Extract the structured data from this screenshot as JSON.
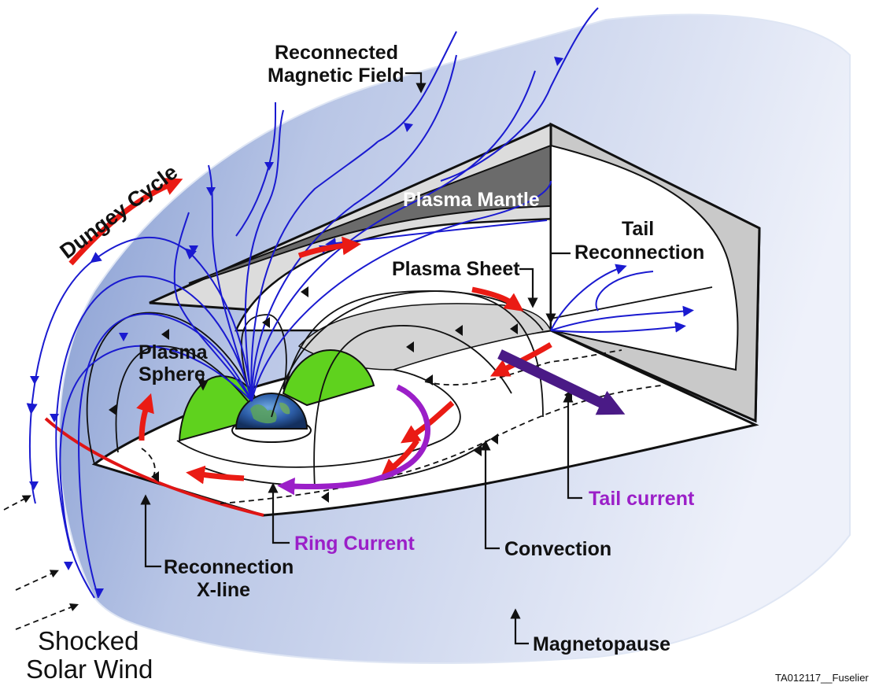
{
  "labels": {
    "reconnected_field_line1": "Reconnected",
    "reconnected_field_line2": "Magnetic Field",
    "dungey_cycle": "Dungey Cycle",
    "plasma_mantle": "Plasma Mantle",
    "tail_reconnection_line1": "Tail",
    "tail_reconnection_line2": "Reconnection",
    "plasma_sheet": "Plasma Sheet",
    "plasma_sphere_line1": "Plasma",
    "plasma_sphere_line2": "Sphere",
    "tail_current": "Tail current",
    "ring_current": "Ring Current",
    "convection": "Convection",
    "reconnection_xline_line1": "Reconnection",
    "reconnection_xline_line2": "X-line",
    "shocked_solar_wind_line1": "Shocked",
    "shocked_solar_wind_line2": "Solar Wind",
    "magnetopause": "Magnetopause",
    "figure_id": "TA012117__Fuselier"
  },
  "colors": {
    "field_line": "#1a1ad0",
    "flow_arrow": "#ea1b14",
    "current": "#9b1fc8",
    "tail_current_arrow": "#4a1a86",
    "plasmasphere": "#5fd21e",
    "mantle": "#6b6b6b",
    "sheath_gradient_edge": "#8fa5d4",
    "sheath_gradient_light": "#eef1fa"
  }
}
